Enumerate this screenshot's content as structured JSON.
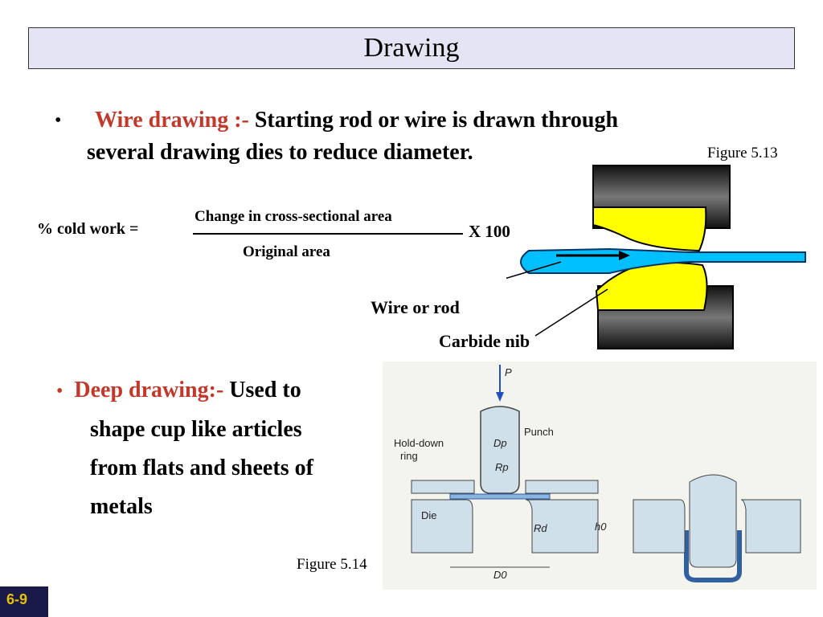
{
  "title": "Drawing",
  "bullet1": {
    "label": "Wire drawing :-",
    "text_line1": " Starting rod or wire is drawn through",
    "text_line2": "several drawing dies to reduce diameter."
  },
  "figure513_caption": "Figure 5.13",
  "formula": {
    "lhs": "% cold work =",
    "numerator": "Change in cross-sectional area",
    "denominator": "Original area",
    "multiplier": "X 100"
  },
  "wire_labels": {
    "wire": "Wire or rod",
    "nib": "Carbide nib"
  },
  "bullet2": {
    "label": "Deep drawing:-",
    "line1": " Used to",
    "line2": "shape cup like articles",
    "line3": "from flats and sheets of",
    "line4": "metals"
  },
  "figure514_caption": "Figure 5.14",
  "figure514_labels": {
    "p": "P",
    "punch": "Punch",
    "dp": "Dp",
    "rp": "Rp",
    "holddown1": "Hold-down",
    "holddown2": "ring",
    "die": "Die",
    "rd": "Rd",
    "h0": "h0",
    "d0": "D0"
  },
  "slide_number": "6-9",
  "colors": {
    "title_bg": "#e4e4f4",
    "accent_red": "#c0392b",
    "wire_blue": "#00bfff",
    "nib_yellow": "#ffff00",
    "slide_num_yellow": "#e6c000"
  }
}
